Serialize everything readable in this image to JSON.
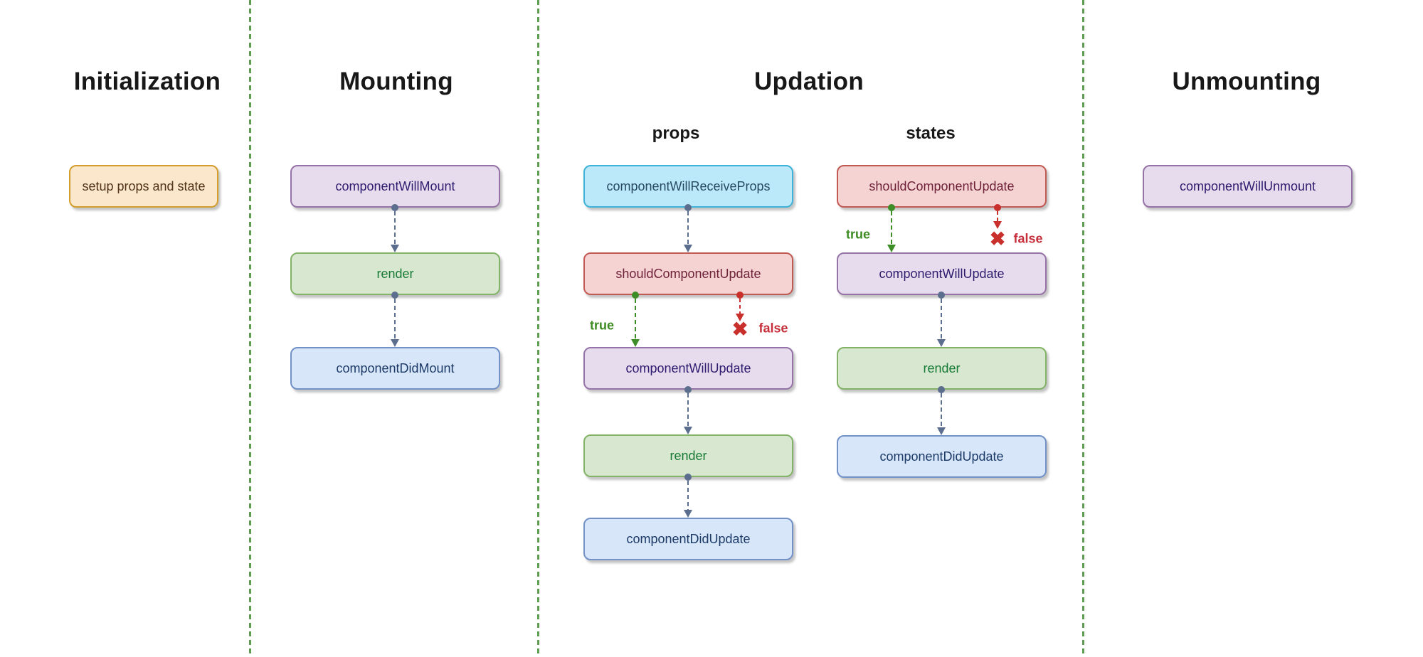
{
  "diagram": {
    "type": "flowchart",
    "subject": "React component lifecycle",
    "phase_titles": {
      "initialization": "Initialization",
      "mounting": "Mounting",
      "updation": "Updation",
      "unmounting": "Unmounting"
    },
    "subcolumn_labels": {
      "props": "props",
      "states": "states"
    },
    "nodes": {
      "setup_props_and_state": "setup props and state",
      "componentWillMount": "componentWillMount",
      "render": "render",
      "componentDidMount": "componentDidMount",
      "componentWillReceiveProps": "componentWillReceiveProps",
      "shouldComponentUpdate": "shouldComponentUpdate",
      "componentWillUpdate": "componentWillUpdate",
      "componentDidUpdate": "componentDidUpdate",
      "componentWillUnmount": "componentWillUnmount"
    },
    "branch_labels": {
      "true": "true",
      "false": "false"
    },
    "icons": {
      "false_cross": "✖"
    },
    "colors": {
      "background": "#ffffff",
      "divider_green": "#5d9c51",
      "connector_slate": "#5c6e8e",
      "connector_true_green": "#3e8e28",
      "connector_false_red": "#c9302c",
      "true_label_green": "#3d8b22",
      "false_label_red": "#c62f3b",
      "node_orange_fill": "#fbe7cc",
      "node_orange_border": "#d39e2d",
      "node_purple_fill": "#e7dcee",
      "node_purple_border": "#9673a6",
      "node_green_fill": "#d8e8d0",
      "node_green_border": "#82b366",
      "node_blue_fill": "#d8e6fa",
      "node_blue_border": "#7191c7",
      "node_cyan_fill": "#bce9f9",
      "node_cyan_border": "#3fb2d9",
      "node_red_fill": "#f6d3d3",
      "node_red_border": "#c05a52"
    }
  }
}
